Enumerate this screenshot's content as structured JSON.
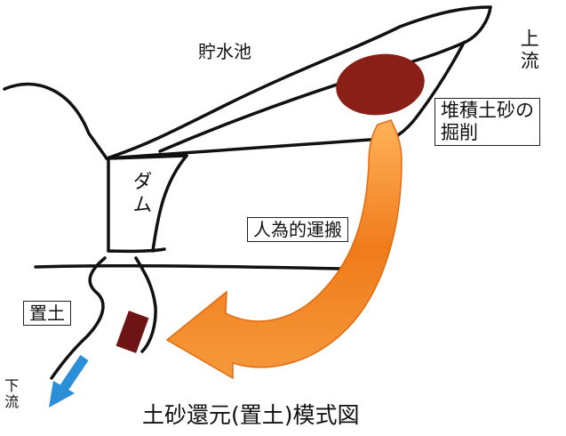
{
  "labels": {
    "reservoir": "貯水池",
    "upstream": "上流",
    "excavation_line1": "堆積土砂の",
    "excavation_line2": "掘削",
    "dam": "ダム",
    "transport": "人為的運搬",
    "placed_soil": "置土",
    "downstream": "下流",
    "title": "土砂還元(置土)模式図"
  },
  "colors": {
    "outline": "#111111",
    "sediment": "#8a1f17",
    "transport_arrow": "#f07b1a",
    "flow_arrow": "#2a8fd6",
    "placed_block": "#6e1414"
  }
}
